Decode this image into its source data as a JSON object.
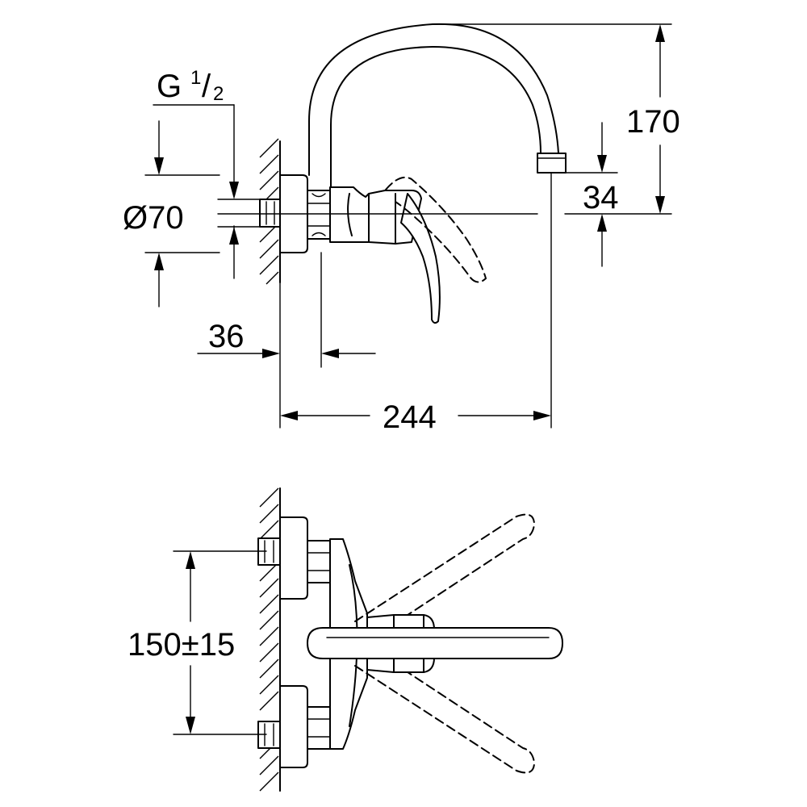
{
  "dimensions": {
    "thread_main": "G",
    "thread_num": "1",
    "thread_slash": "/",
    "thread_den": "2",
    "diameter": "Ø70",
    "height_total": "170",
    "spout_offset": "34",
    "wall_offset": "36",
    "projection": "244",
    "connection_spacing": "150±15"
  },
  "icons": {
    "wall": "wall-hatch-icon",
    "dimension_arrow": "arrow-head-icon"
  },
  "colors": {
    "line": "#000000",
    "background": "#ffffff"
  }
}
